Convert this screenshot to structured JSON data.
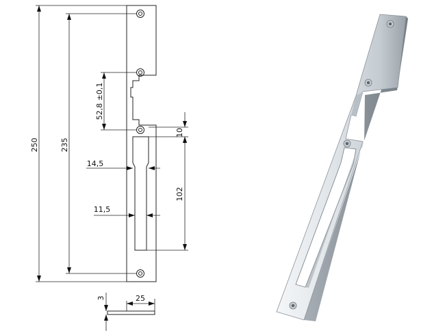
{
  "drawing": {
    "dimensions": {
      "total_length": "250",
      "hole_spacing": "235",
      "upper_offset": "52,8 ±0,1",
      "slot_top_gap": "10",
      "slot_length": "102",
      "slot_width_wide": "14,5",
      "slot_width_narrow": "11,5",
      "plate_width": "25",
      "thickness": "3"
    }
  },
  "colors": {
    "line": "#222222",
    "metal_light": "#e8ecef",
    "metal_mid": "#c9cfd4",
    "metal_dark": "#8e969d"
  }
}
